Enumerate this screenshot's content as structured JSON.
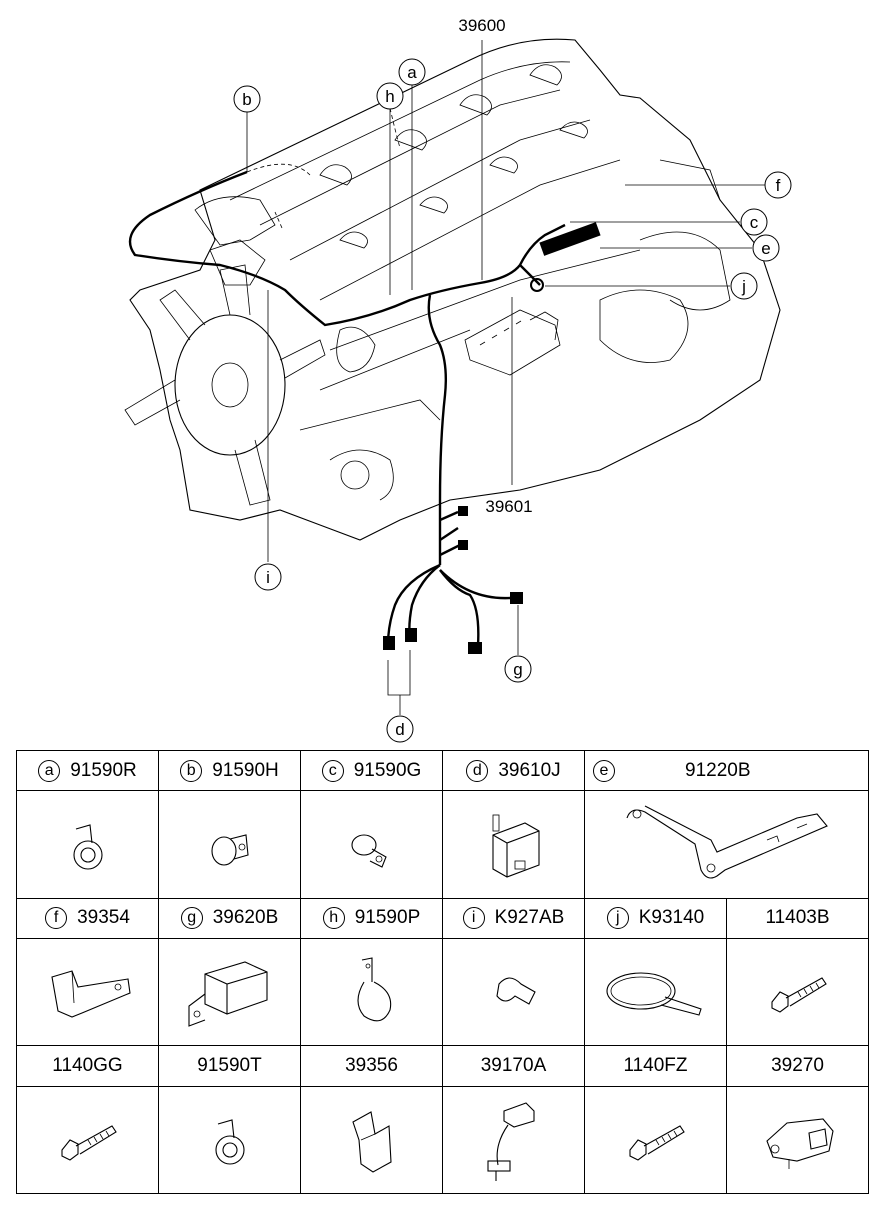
{
  "diagram": {
    "callouts": {
      "a": "a",
      "b": "b",
      "c": "c",
      "d": "d",
      "e": "e",
      "f": "f",
      "g": "g",
      "h": "h",
      "i": "i",
      "j": "j"
    },
    "part_numbers": {
      "main_harness": "39600",
      "injector_harness": "39601"
    }
  },
  "parts_table": {
    "rows": [
      [
        {
          "letter": "a",
          "part_no": "91590R",
          "icon": "clip-icon"
        },
        {
          "letter": "b",
          "part_no": "91590H",
          "icon": "clamp-icon"
        },
        {
          "letter": "c",
          "part_no": "91590G",
          "icon": "clamp-icon"
        },
        {
          "letter": "d",
          "part_no": "39610J",
          "icon": "relay-icon"
        },
        {
          "letter": "e",
          "part_no": "91220B",
          "icon": "bracket-icon"
        }
      ],
      [
        {
          "letter": "f",
          "part_no": "39354",
          "icon": "bracket-icon"
        },
        {
          "letter": "g",
          "part_no": "39620B",
          "icon": "relay-icon"
        },
        {
          "letter": "h",
          "part_no": "91590P",
          "icon": "clip-icon"
        },
        {
          "letter": "i",
          "part_no": "K927AB",
          "icon": "clip-icon"
        },
        {
          "letter": "j",
          "part_no": "K93140",
          "icon": "cable-tie-icon"
        },
        {
          "letter": "",
          "part_no": "11403B",
          "icon": "bolt-icon"
        }
      ],
      [
        {
          "letter": "",
          "part_no": "1140GG",
          "icon": "bolt-icon"
        },
        {
          "letter": "",
          "part_no": "91590T",
          "icon": "clip-icon"
        },
        {
          "letter": "",
          "part_no": "39356",
          "icon": "bracket-icon"
        },
        {
          "letter": "",
          "part_no": "39170A",
          "icon": "sensor-icon"
        },
        {
          "letter": "",
          "part_no": "1140FZ",
          "icon": "bolt-icon"
        },
        {
          "letter": "",
          "part_no": "39270",
          "icon": "sensor-icon"
        }
      ]
    ]
  }
}
